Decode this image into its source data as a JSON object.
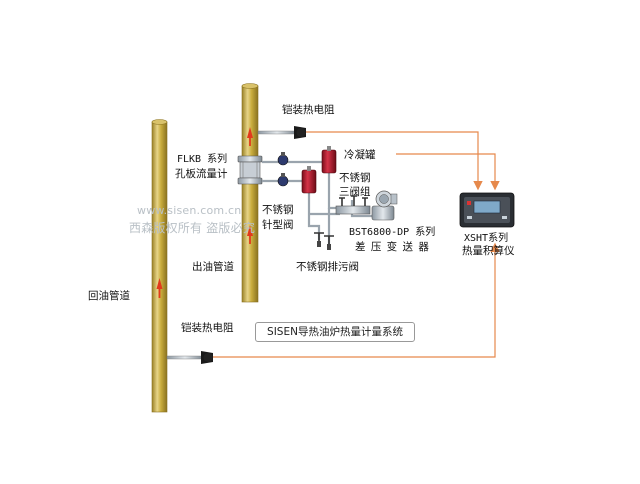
{
  "title": "SISEN导热油炉热量计量系统",
  "watermark": {
    "url": "www.sisen.com.cn",
    "notice": "西森版权所有 盗版必究"
  },
  "labels": {
    "rtd_top": "铠装热电阻",
    "flkb_line1": "FLKB 系列",
    "flkb_line2": "孔板流量计",
    "condensate_tank": "冷凝罐",
    "valve3_line1": "不锈钢",
    "valve3_line2": "三阀组",
    "needle_line1": "不锈钢",
    "needle_line2": "针型阀",
    "transmitter_line1": "BST6800-DP 系列",
    "transmitter_line2": "差 压 变 送 器",
    "drain_valve": "不锈钢排污阀",
    "outlet_pipe": "出油管道",
    "return_pipe": "回油管道",
    "rtd_bottom": "铠装热电阻",
    "calc_line1": "XSHT系列",
    "calc_line2": "热量积算仪"
  },
  "colors": {
    "pipe": "#c9ac3c",
    "pipe_highlight": "#e7d487",
    "flow_arrow": "#e23a1c",
    "signal_line": "#e6894c",
    "tank": "#b3192c"
  }
}
